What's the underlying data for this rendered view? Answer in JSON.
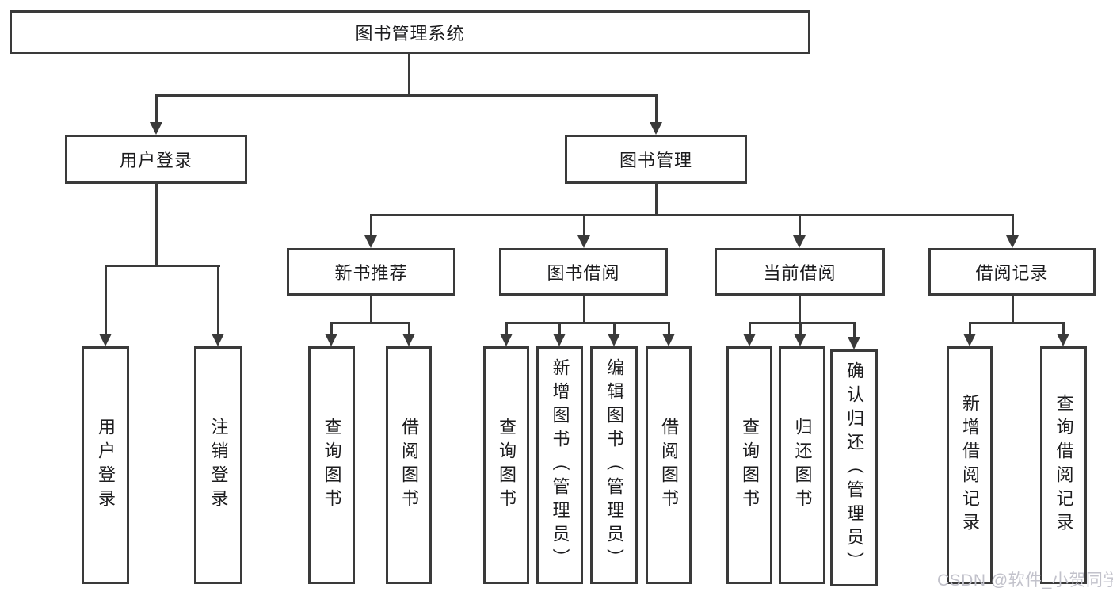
{
  "diagram": {
    "type": "hierarchy-chart",
    "root_label": "图书管理系统"
  },
  "colors": {
    "line": "#3a3a3a",
    "text": "#1c1c1e",
    "background": "#ffffff",
    "watermark": "#c2c2cb"
  },
  "nodes": {
    "root": {
      "label": "图书管理系统"
    },
    "level2": [
      {
        "label": "用户登录",
        "parent": "图书管理系统"
      },
      {
        "label": "图书管理",
        "parent": "图书管理系统"
      }
    ],
    "level3": [
      {
        "label": "新书推荐",
        "parent": "图书管理"
      },
      {
        "label": "图书借阅",
        "parent": "图书管理"
      },
      {
        "label": "当前借阅",
        "parent": "图书管理"
      },
      {
        "label": "借阅记录",
        "parent": "图书管理"
      }
    ],
    "leaves": [
      {
        "label": "用户登录",
        "parent": "用户登录"
      },
      {
        "label": "注销登录",
        "parent": "用户登录"
      },
      {
        "label": "查询图书",
        "parent": "新书推荐"
      },
      {
        "label": "借阅图书",
        "parent": "新书推荐"
      },
      {
        "label": "查询图书",
        "parent": "图书借阅"
      },
      {
        "label": "新增图书（管理员）",
        "parent": "图书借阅"
      },
      {
        "label": "编辑图书（管理员）",
        "parent": "图书借阅"
      },
      {
        "label": "借阅图书",
        "parent": "图书借阅"
      },
      {
        "label": "查询图书",
        "parent": "当前借阅"
      },
      {
        "label": "归还图书",
        "parent": "当前借阅"
      },
      {
        "label": "确认归还（管理员）",
        "parent": "当前借阅"
      },
      {
        "label": "新增借阅记录",
        "parent": "借阅记录"
      },
      {
        "label": "查询借阅记录",
        "parent": "借阅记录"
      }
    ]
  },
  "watermark": {
    "text": "CSDN @软件_小贺同学"
  }
}
